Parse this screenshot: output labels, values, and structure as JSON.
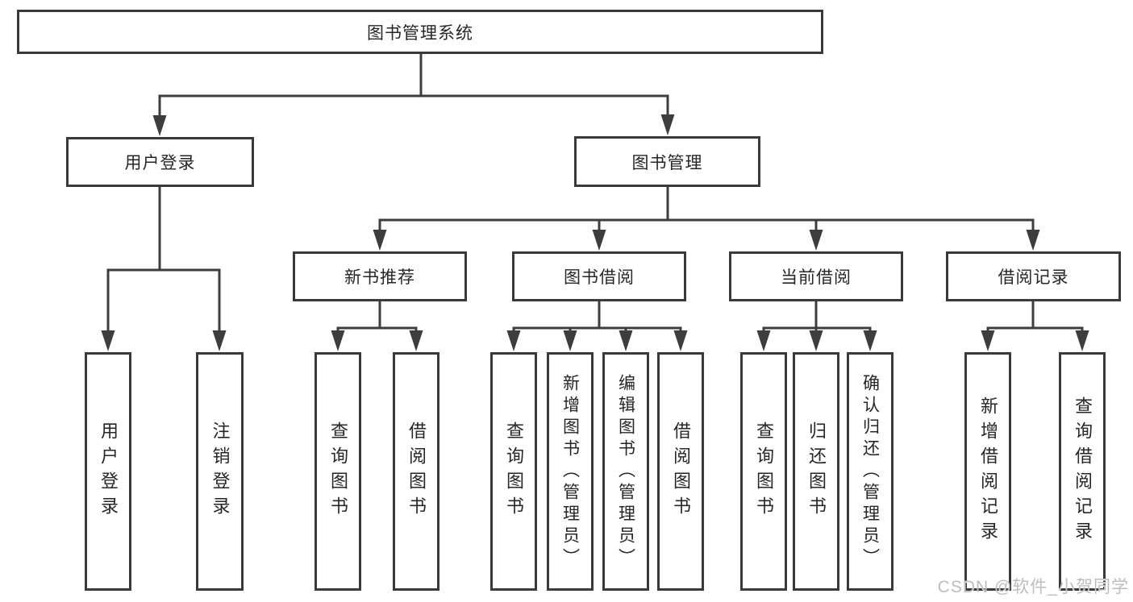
{
  "tree": {
    "root": {
      "label": "图书管理系统",
      "children": [
        {
          "label": "用户登录",
          "children": [
            {
              "label": "用户登录"
            },
            {
              "label": "注销登录"
            }
          ]
        },
        {
          "label": "图书管理",
          "children": [
            {
              "label": "新书推荐",
              "children": [
                {
                  "label": "查询图书"
                },
                {
                  "label": "借阅图书"
                }
              ]
            },
            {
              "label": "图书借阅",
              "children": [
                {
                  "label": "查询图书"
                },
                {
                  "label": "新增图书（管理员）"
                },
                {
                  "label": "编辑图书（管理员）"
                },
                {
                  "label": "借阅图书"
                }
              ]
            },
            {
              "label": "当前借阅",
              "children": [
                {
                  "label": "查询图书"
                },
                {
                  "label": "归还图书"
                },
                {
                  "label": "确认归还（管理员）"
                }
              ]
            },
            {
              "label": "借阅记录",
              "children": [
                {
                  "label": "新增借阅记录"
                },
                {
                  "label": "查询借阅记录"
                }
              ]
            }
          ]
        }
      ]
    }
  },
  "watermark": {
    "text": "CSDN @软件_小贺同学"
  },
  "colors": {
    "line": "#3d3d3d",
    "box_border": "#3a3a3a",
    "box_fill": "#ffffff",
    "text": "#262626",
    "watermark": "#bdbdbd",
    "background": "#ffffff"
  }
}
